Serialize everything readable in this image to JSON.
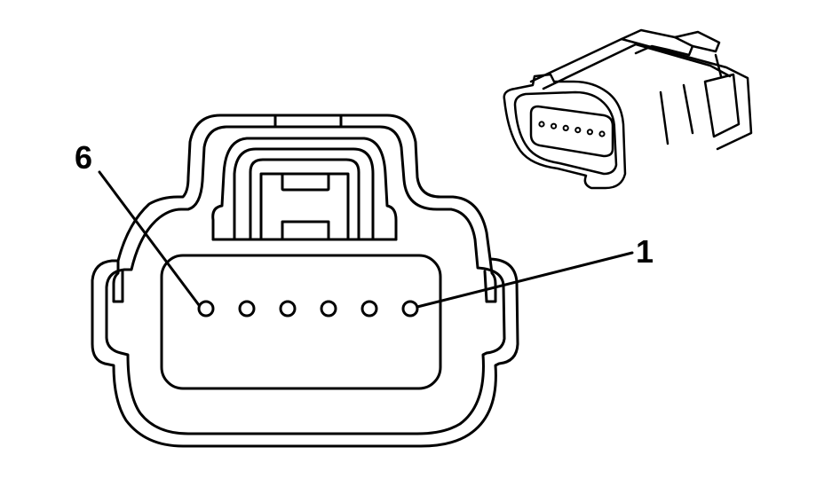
{
  "diagram": {
    "labels": {
      "pin_first": "1",
      "pin_last": "6"
    },
    "pin_count": 6
  }
}
